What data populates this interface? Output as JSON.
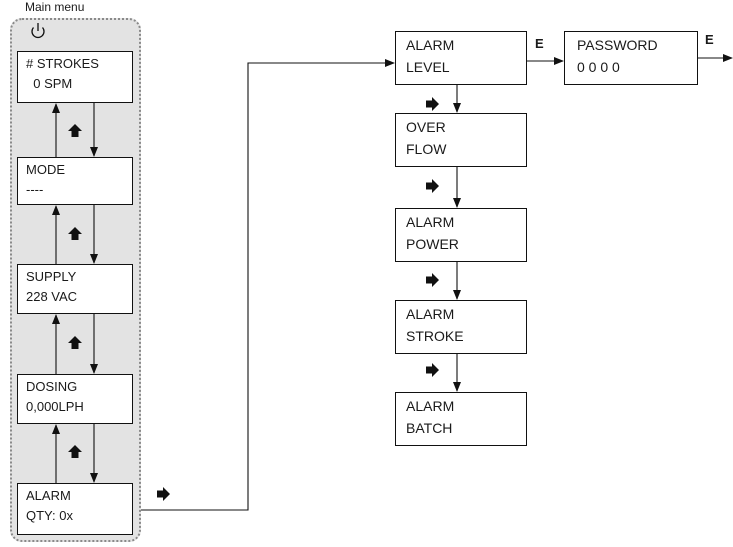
{
  "main_menu": {
    "title": "Main menu",
    "power_icon": "power-icon",
    "boxes": [
      {
        "line1": "# STROKES",
        "line2": "  0 SPM"
      },
      {
        "line1": "MODE",
        "line2": "----"
      },
      {
        "line1": "SUPPLY",
        "line2": "228 VAC"
      },
      {
        "line1": "DOSING",
        "line2": "0,000LPH"
      },
      {
        "line1": "ALARM",
        "line2": "QTY: 0x"
      }
    ]
  },
  "alarm_menu": {
    "boxes": [
      {
        "line1": "ALARM",
        "line2": "LEVEL"
      },
      {
        "line1": "OVER",
        "line2": "FLOW"
      },
      {
        "line1": "ALARM",
        "line2": "POWER"
      },
      {
        "line1": "ALARM",
        "line2": "STROKE"
      },
      {
        "line1": "ALARM",
        "line2": "BATCH"
      }
    ]
  },
  "password_box": {
    "line1": "PASSWORD",
    "line2": "0 0 0 0"
  },
  "enter_labels": [
    "E",
    "E"
  ],
  "icons": {
    "nav_up": "up-arrow-icon",
    "nav_right": "right-arrow-icon"
  }
}
